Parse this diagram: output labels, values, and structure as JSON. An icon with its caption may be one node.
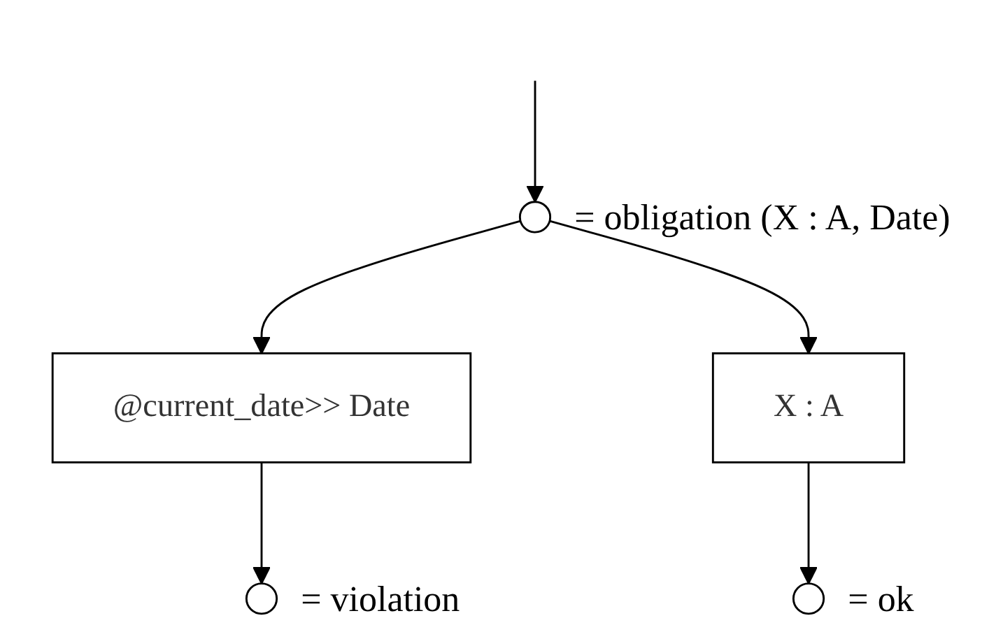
{
  "diagram": {
    "nodes": [
      {
        "text": [],
        "shape": "circle",
        "beside": [
          "= obligation (X : A, Date)"
        ]
      },
      {
        "text": [
          "@current_date>> Date"
        ]
      },
      {
        "text": [
          "X : A"
        ]
      },
      {
        "text": [],
        "shape": "circle",
        "beside": [
          "= violation"
        ]
      },
      {
        "text": [],
        "shape": "circle",
        "beside": [
          "= ok"
        ]
      }
    ],
    "edges": [
      {
        "from": null,
        "to": 0,
        "arrow": "to"
      },
      {
        "from": 0,
        "to": 1,
        "arrow": "to"
      },
      {
        "from": 0,
        "to": 2,
        "arrow": "to"
      },
      {
        "from": 1,
        "to": 3,
        "arrow": "to"
      },
      {
        "from": 2,
        "to": 4,
        "arrow": "to"
      }
    ]
  }
}
